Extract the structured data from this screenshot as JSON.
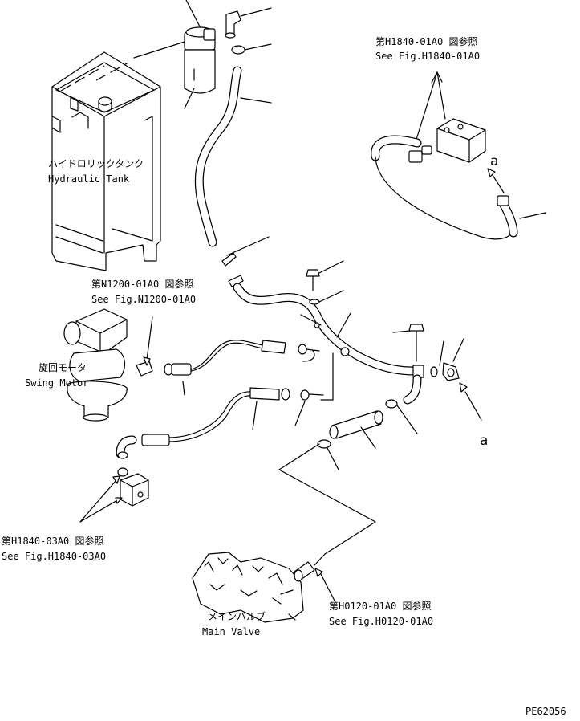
{
  "labels": {
    "hydraulic_tank_jp": "ハイドロリックタンク",
    "hydraulic_tank_en": "Hydraulic Tank",
    "ref_n1200_jp": "第N1200-01A0 図参照",
    "ref_n1200_en": "See Fig.N1200-01A0",
    "swing_motor_jp": "旋回モータ",
    "swing_motor_en": "Swing Motor",
    "ref_h1840_01_jp": "第H1840-01A0 図参照",
    "ref_h1840_01_en": "See Fig.H1840-01A0",
    "ref_h1840_03_jp": "第H1840-03A0 図参照",
    "ref_h1840_03_en": "See Fig.H1840-03A0",
    "main_valve_jp": "メインバルブ",
    "main_valve_en": "Main Valve",
    "ref_h0120_jp": "第H0120-01A0 図参照",
    "ref_h0120_en": "See Fig.H0120-01A0",
    "marker_a_1": "a",
    "marker_a_2": "a",
    "drawing_code": "PE62056"
  }
}
